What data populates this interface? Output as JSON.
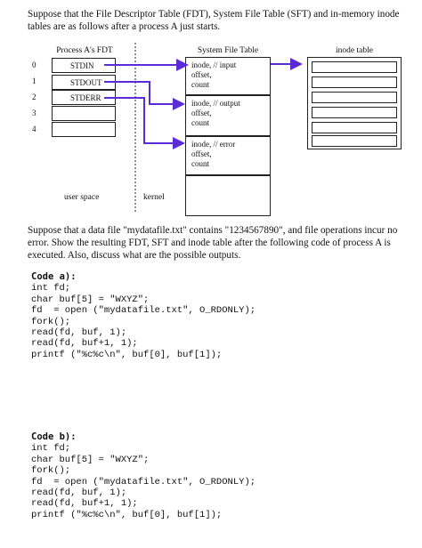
{
  "intro": "Suppose that the File Descriptor Table (FDT), System File Table (SFT) and in-memory inode tables are as follows after a process A just starts.",
  "diagram": {
    "fdt_title": "Process A's FDT",
    "sft_title": "System File Table",
    "inode_title": "inode table",
    "fdt_rows": [
      {
        "index": "0",
        "label": "STDIN"
      },
      {
        "index": "1",
        "label": "STDOUT"
      },
      {
        "index": "2",
        "label": "STDERR"
      },
      {
        "index": "3",
        "label": ""
      },
      {
        "index": "4",
        "label": ""
      }
    ],
    "sft_entries": [
      {
        "line1": "inode, // input",
        "line2": "offset,",
        "line3": "count"
      },
      {
        "line1": "inode, // output",
        "line2": "offset,",
        "line3": "count"
      },
      {
        "line1": "inode, // error",
        "line2": "offset,",
        "line3": "count"
      },
      {
        "line1": "",
        "line2": "",
        "line3": ""
      }
    ],
    "user_space_label": "user space",
    "kernel_label": "kernel",
    "arrow_color": "#5a2bd6"
  },
  "question": "Suppose that a data file \"mydatafile.txt\" contains \"1234567890\", and file operations incur no error. Show the resulting FDT, SFT and inode table after the following code of process A is executed. Also, discuss what are the possible outputs.",
  "code_a": {
    "title": "Code a):",
    "lines": [
      "int fd;",
      "char buf[5] = \"WXYZ\";",
      "fd  = open (\"mydatafile.txt\", O_RDONLY);",
      "fork();",
      "read(fd, buf, 1);",
      "read(fd, buf+1, 1);",
      "printf (\"%c%c\\n\", buf[0], buf[1]);"
    ]
  },
  "code_b": {
    "title": "Code b):",
    "lines": [
      "int fd;",
      "char buf[5] = \"WXYZ\";",
      "fork();",
      "fd  = open (\"mydatafile.txt\", O_RDONLY);",
      "read(fd, buf, 1);",
      "read(fd, buf+1, 1);",
      "printf (\"%c%c\\n\", buf[0], buf[1]);"
    ]
  }
}
